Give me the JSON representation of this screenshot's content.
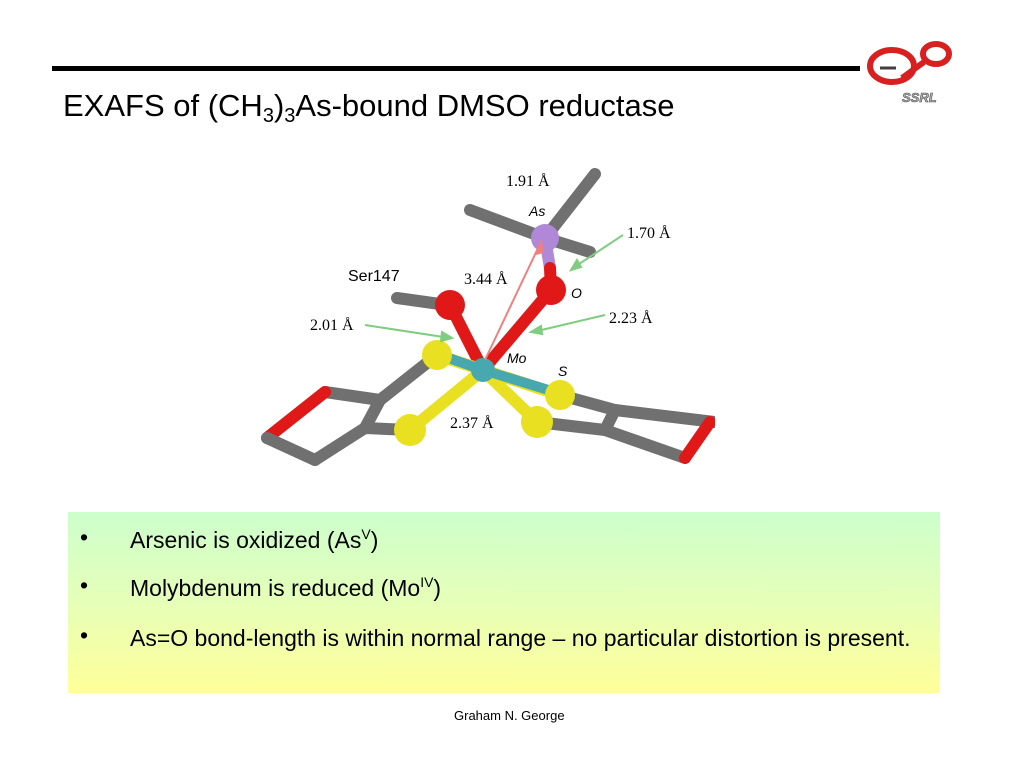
{
  "slide": {
    "title_main": "EXAFS of (CH",
    "title_sub1": "3",
    "title_close": ")",
    "title_sub2": "3",
    "title_rest": "As-bound DMSO reductase",
    "logo_text": "SSRL"
  },
  "figure": {
    "labels": {
      "d_as_c": "1.91 Å",
      "as": "As",
      "d_as_o": "1.70 Å",
      "ser147": "Ser147",
      "d_mo_as": "3.44 Å",
      "o": "O",
      "d_mo_o": "2.23 Å",
      "d_mo_oser": "2.01 Å",
      "mo": "Mo",
      "s": "S",
      "d_mo_s": "2.37 Å"
    }
  },
  "bullets": [
    {
      "marker": "•",
      "text": "Arsenic is oxidized (As",
      "sup": "V",
      "tail": ")"
    },
    {
      "marker": "•",
      "text": "Molybdenum is reduced (Mo",
      "sup": "IV",
      "tail": ")"
    },
    {
      "marker": "•",
      "text": "As=O bond-length is within normal range – no particular distortion is present.",
      "sup": "",
      "tail": ""
    }
  ],
  "footer": {
    "author": "Graham N. George"
  },
  "colors": {
    "carbon": "#707070",
    "oxygen": "#e01818",
    "sulfur": "#e8e020",
    "molybdenum": "#48a8b0",
    "arsenic": "#b088d8",
    "green_arrow": "#80cc80",
    "red_arrow": "#f08080"
  }
}
